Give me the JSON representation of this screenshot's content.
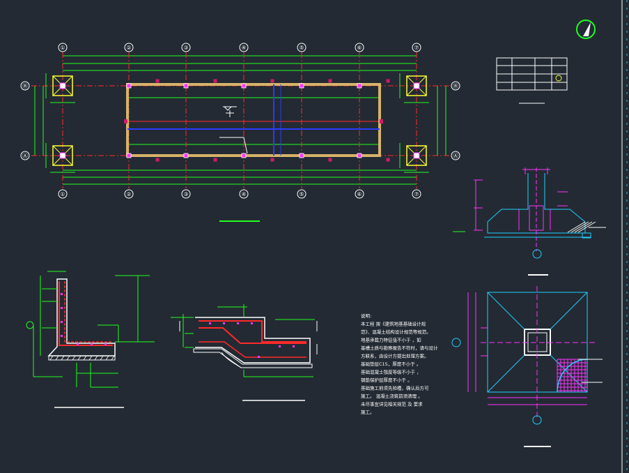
{
  "colors": {
    "background": "#232a33",
    "axis_line": "#ff2a2a",
    "dimension": "#22ff22",
    "beam": "#d7b36a",
    "column": "#ffff33",
    "rebar": "#2a3cff",
    "section": "#ff2a2a",
    "foundation_outline": "#22d0ff",
    "detail_leader": "#ff33ff",
    "text": "#ffffff"
  },
  "plan": {
    "top_axis_labels": [
      "①",
      "②",
      "③",
      "④",
      "⑤",
      "⑥",
      "⑦"
    ],
    "bottom_axis_labels": [
      "①",
      "②",
      "③",
      "④",
      "⑤",
      "⑥",
      "⑦"
    ],
    "left_axis_labels": [
      "Ⓑ",
      "Ⓐ"
    ],
    "right_axis_labels": [
      "Ⓑ",
      "Ⓐ"
    ]
  },
  "notes": {
    "lines": [
      "说明:",
      "  本工程   按《建筑地基基础设计规",
      "范》、混凝土结构设计规范等规范。",
      "  地基承载力特征值不小于       ，如",
      "基槽土质与勘察报告不符时，请与设计",
      "方联系，由设计方提出处理方案。",
      "  基础垫层C15，厚度不小于     。",
      "  基础混凝土强度等级不小于     ，",
      "钢筋保护层厚度不小于         。",
      "  基础施工前须先验槽，确认后方可",
      "施工。  混凝土浇筑前须清理      。",
      "  未尽事宜详见相关规范  及  要求",
      "施工。"
    ]
  },
  "title_block": {
    "rows": 4,
    "cols": 4
  },
  "footing_plan": {
    "hatch": "grid"
  }
}
